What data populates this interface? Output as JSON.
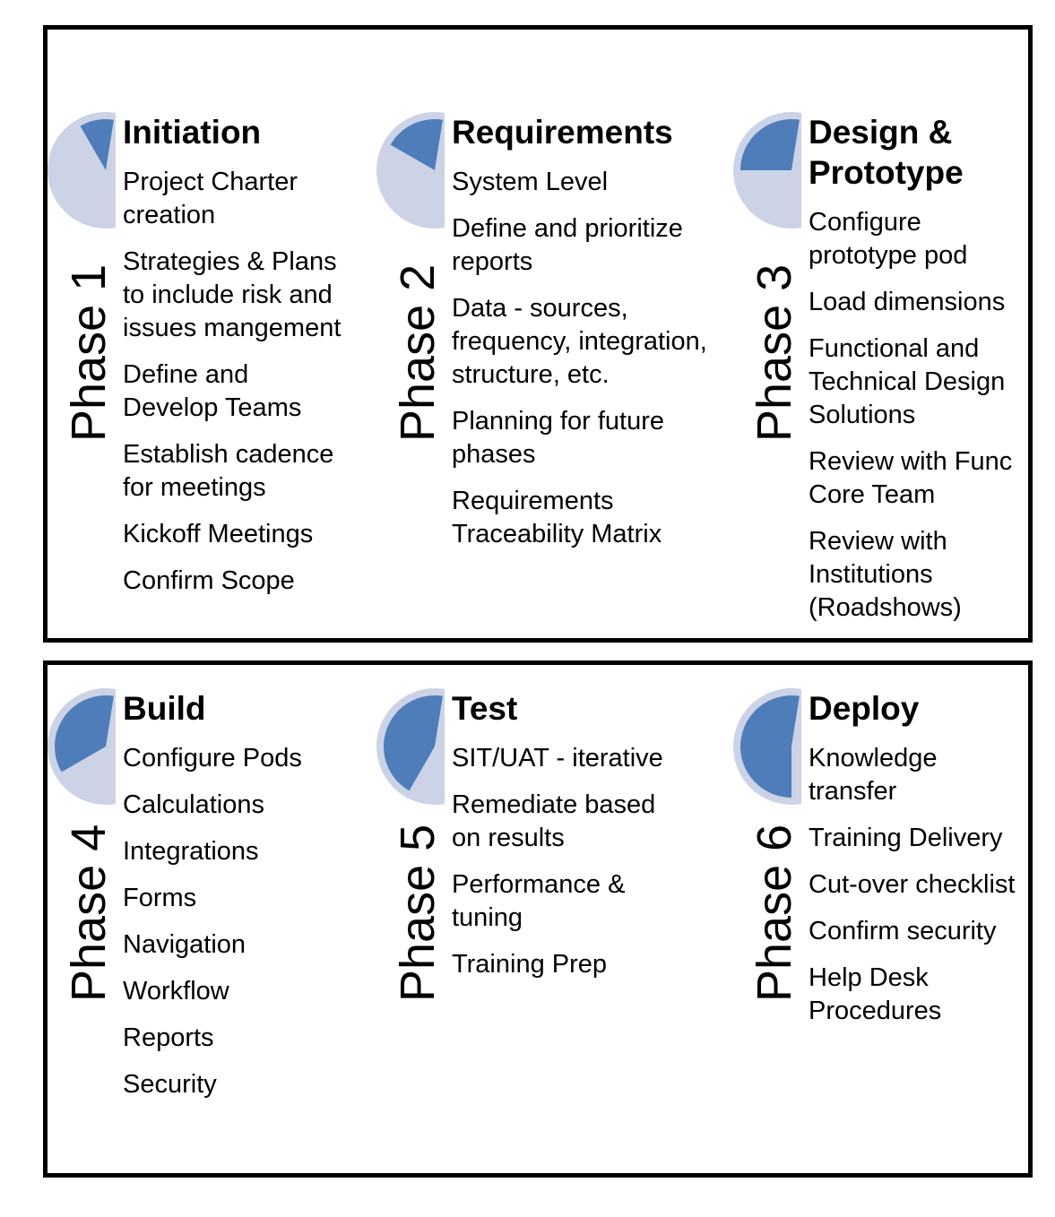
{
  "colors": {
    "pie_bg": "#ccd3e6",
    "pie_wedge": "#4e7dba",
    "border": "#000000"
  },
  "phases": [
    {
      "label": "Phase 1",
      "title": "Initiation",
      "pie_degrees": 30,
      "items": [
        "Project Charter creation",
        "Strategies & Plans to include risk and issues mangement",
        "Define and Develop Teams",
        "Establish cadence for meetings",
        "Kickoff Meetings",
        "Confirm Scope"
      ]
    },
    {
      "label": "Phase 2",
      "title": "Requirements",
      "pie_degrees": 60,
      "items": [
        "System Level",
        "Define and prioritize reports",
        "Data - sources, frequency, integration, structure, etc.",
        "Planning for future phases",
        "Requirements Traceability Matrix"
      ]
    },
    {
      "label": "Phase 3",
      "title": "Design & Prototype",
      "pie_degrees": 90,
      "items": [
        "Configure prototype pod",
        "Load dimensions",
        "Functional and Technical Design Solutions",
        "Review with Func Core Team",
        "Review with Institutions (Roadshows)"
      ]
    },
    {
      "label": "Phase 4",
      "title": "Build",
      "pie_degrees": 120,
      "items": [
        "Configure Pods",
        "Calculations",
        "Integrations",
        "Forms",
        "Navigation",
        "Workflow",
        "Reports",
        "Security"
      ]
    },
    {
      "label": "Phase 5",
      "title": "Test",
      "pie_degrees": 150,
      "items": [
        "SIT/UAT - iterative",
        "Remediate based on results",
        "Performance & tuning",
        "Training Prep"
      ]
    },
    {
      "label": "Phase 6",
      "title": "Deploy",
      "pie_degrees": 180,
      "items": [
        "Knowledge transfer",
        "Training Delivery",
        "Cut-over checklist",
        "Confirm security",
        "Help Desk Procedures"
      ]
    }
  ]
}
